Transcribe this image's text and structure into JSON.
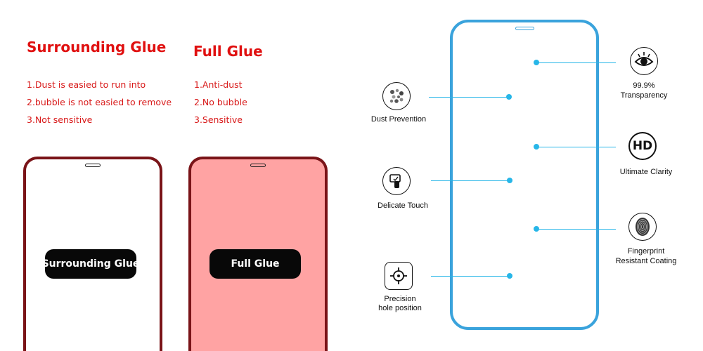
{
  "surrounding": {
    "title": "Surrounding Glue",
    "points": [
      "1.Dust is easied to run into",
      "2.bubble is not easied to remove",
      "3.Not sensitive"
    ],
    "badge": "Surrounding Glue"
  },
  "full": {
    "title": "Full Glue",
    "points": [
      "1.Anti-dust",
      "2.No bubble",
      "3.Sensitive"
    ],
    "badge": "Full Glue"
  },
  "features": {
    "left": [
      {
        "label": "Dust Prevention",
        "icon": "dust-icon"
      },
      {
        "label": "Delicate Touch",
        "icon": "touch-icon"
      },
      {
        "label_line1": "Precision",
        "label_line2": "hole position",
        "icon": "crosshair-icon"
      }
    ],
    "right": [
      {
        "label_line1": "99.9%",
        "label_line2": "Transparency",
        "icon": "eye-icon"
      },
      {
        "label": "Ultimate Clarity",
        "icon": "hd-icon",
        "icon_text": "HD"
      },
      {
        "label_line1": "Fingerprint",
        "label_line2": "Resistant Coating",
        "icon": "fingerprint-icon"
      }
    ]
  },
  "colors": {
    "title_red": "#e01010",
    "phone_dark_red": "#7a1418",
    "full_glue_fill": "#ffa3a3",
    "accent_blue": "#27b6e8",
    "phone_blue": "#3aa3dc"
  }
}
